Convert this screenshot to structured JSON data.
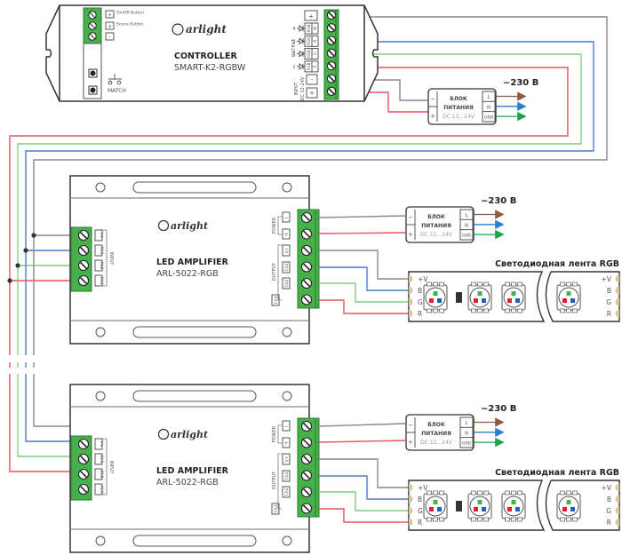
{
  "colors": {
    "red": "#e5535c",
    "green": "#7dcf82",
    "blue": "#4f7fc6",
    "gray": "#888888",
    "terminal": "#46b04a",
    "pad": "#dcc79a",
    "brown_arrow": "#8c5a3c",
    "blue_arrow": "#2a7fd0",
    "green_arrow": "#1aa34a",
    "led_red": "#e0202e",
    "led_green": "#3cb54a",
    "led_blue": "#1f5fb5"
  },
  "controller": {
    "brand": "arlight",
    "title": "CONTROLLER",
    "model": "SMART-K2-RGBW",
    "button_labels": [
      "On/Off Button",
      "Scene Button"
    ],
    "button_pins": [
      "+",
      "+",
      "-"
    ],
    "match_label": "MATCH",
    "output_label": "OUTPUT",
    "input_label": "INPUT",
    "input_voltage": "DC 12-24V",
    "output_channels": [
      {
        "num": "4",
        "a": "RGB",
        "b": "W"
      },
      {
        "num": "3",
        "a": "RGB",
        "b": "B"
      },
      {
        "num": "2",
        "a": "RGB",
        "b": "G"
      },
      {
        "num": "1",
        "a": "RGB",
        "b": "R"
      }
    ],
    "top_pin": "+",
    "input_pins": [
      "-",
      "+"
    ]
  },
  "psus": [
    {
      "title1": "БЛОК",
      "title2": "ПИТАНИЯ",
      "dc": "DC 12...24V",
      "in_pins": [
        "−",
        "+"
      ],
      "out_pins": [
        "L",
        "N",
        "GND"
      ],
      "mains": "~230 В"
    },
    {
      "title1": "БЛОК",
      "title2": "ПИТАНИЯ",
      "dc": "DC 12...24V",
      "in_pins": [
        "−",
        "+"
      ],
      "out_pins": [
        "L",
        "N",
        "GND"
      ],
      "mains": "~230 В"
    },
    {
      "title1": "БЛОК",
      "title2": "ПИТАНИЯ",
      "dc": "DC 12...24V",
      "in_pins": [
        "−",
        "+"
      ],
      "out_pins": [
        "L",
        "N",
        "GND"
      ],
      "mains": "~230 В"
    }
  ],
  "amplifiers": [
    {
      "brand": "arlight",
      "title": "LED AMPLIFIER",
      "model": "ARL-5022-RGB",
      "input_label": "INPUT",
      "input_pins": [
        "V+",
        "Ch1",
        "Ch2",
        "Ch3"
      ],
      "power_label": "POWER",
      "power_pins": [
        "−",
        "+"
      ],
      "output_label": "OUTPUT",
      "output_pins": [
        "V+",
        "Ch1",
        "Ch2",
        "Ch3"
      ]
    },
    {
      "brand": "arlight",
      "title": "LED AMPLIFIER",
      "model": "ARL-5022-RGB",
      "input_label": "INPUT",
      "input_pins": [
        "V+",
        "Ch1",
        "Ch2",
        "Ch3"
      ],
      "power_label": "POWER",
      "power_pins": [
        "−",
        "+"
      ],
      "output_label": "OUTPUT",
      "output_pins": [
        "V+",
        "Ch1",
        "Ch2",
        "Ch3"
      ]
    }
  ],
  "strips": [
    {
      "title": "Светодиодная лента RGB",
      "pins": [
        "+V",
        "B",
        "G",
        "R"
      ]
    },
    {
      "title": "Светодиодная лента RGB",
      "pins": [
        "+V",
        "B",
        "G",
        "R"
      ]
    }
  ]
}
